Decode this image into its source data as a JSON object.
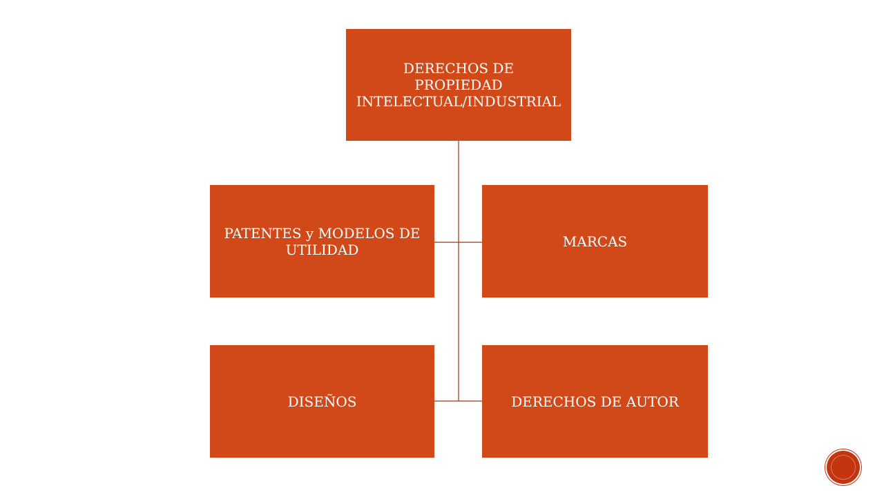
{
  "colors": {
    "box_fill": "#d14918",
    "connector": "#9a3412",
    "box_text": "#ffffff",
    "nav_button": "#c4340f"
  },
  "diagram": {
    "root": {
      "lines": [
        "DERECHOS DE",
        "PROPIEDAD",
        "INTELECTUAL/INDUSTRIAL"
      ]
    },
    "children": {
      "patentes": {
        "lines": [
          "PATENTES y MODELOS DE",
          "UTILIDAD"
        ]
      },
      "marcas": {
        "lines": [
          "MARCAS"
        ]
      },
      "disenos": {
        "lines": [
          "DISEÑOS"
        ]
      },
      "autor": {
        "lines": [
          "DERECHOS DE AUTOR"
        ]
      }
    }
  },
  "nav": {
    "icon": "circle-nav-icon"
  }
}
